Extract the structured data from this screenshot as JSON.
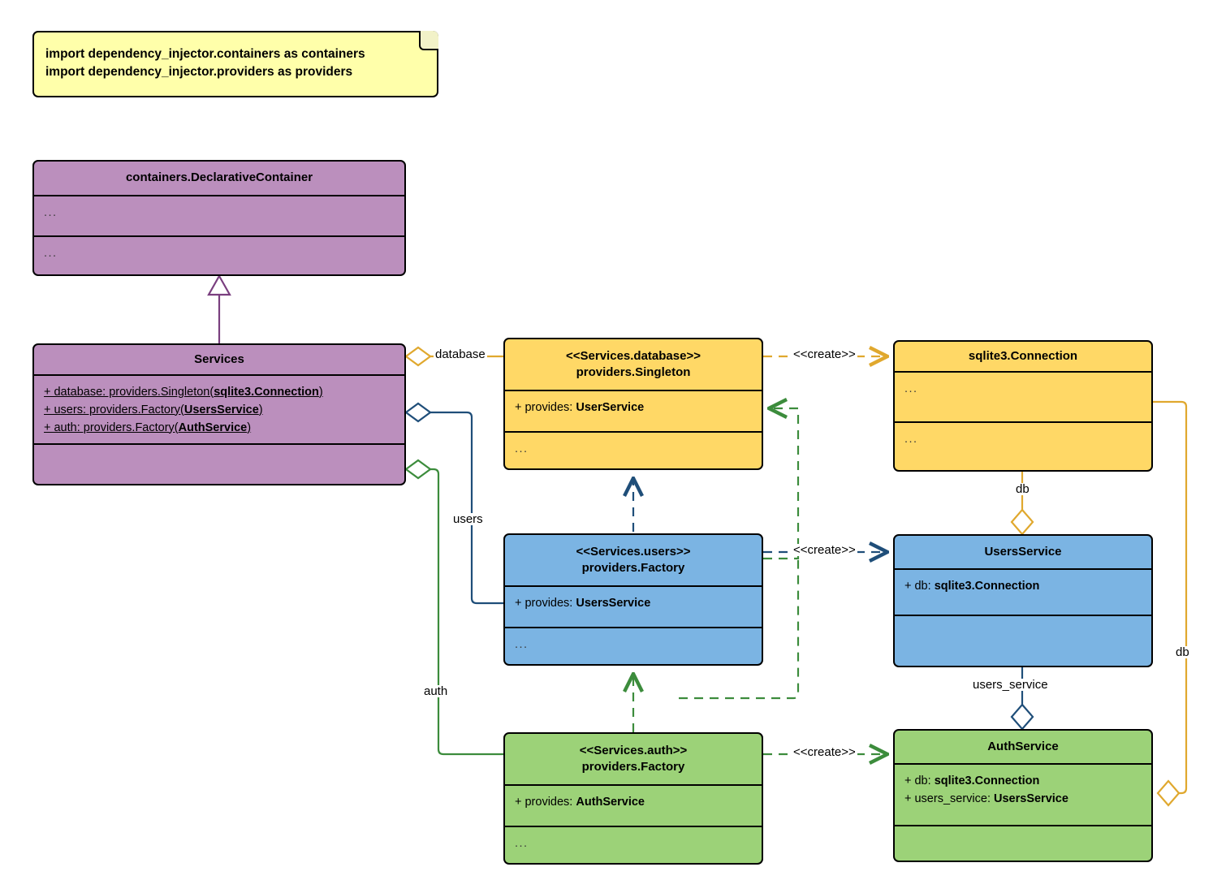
{
  "diagram": {
    "title": "dependency_injector UML class diagram",
    "note": {
      "lines": [
        "import dependency_injector.containers as containers",
        "import dependency_injector.providers as providers"
      ]
    },
    "colors": {
      "note_fill": "#ffffaa",
      "container_fill": "#bb8fbd",
      "database_fill": "#ffd866",
      "users_fill": "#7bb4e3",
      "auth_fill": "#9cd278",
      "purple_edge": "#7a3f7f",
      "orange_edge": "#e0a82e",
      "blue_edge": "#1f4e79",
      "green_edge": "#3c8c3c",
      "stroke": "#000000"
    },
    "classes": {
      "declarative_container": {
        "name": "containers.DeclarativeContainer",
        "attributes": [
          "..."
        ],
        "operations": [
          "..."
        ]
      },
      "services": {
        "name": "Services",
        "attributes": [
          {
            "prefix": "+ database: providers.Singleton(",
            "bold": "sqlite3.Connection",
            "suffix": ")"
          },
          {
            "prefix": "+ users: providers.Factory(",
            "bold": "UsersService",
            "suffix": ")"
          },
          {
            "prefix": "+ auth: providers.Factory(",
            "bold": "AuthService",
            "suffix": ")"
          }
        ],
        "operations": []
      },
      "services_database": {
        "stereotype": "<<Services.database>>",
        "name": "providers.Singleton",
        "attributes": [
          {
            "prefix": "+ provides: ",
            "bold": "UserService",
            "suffix": ""
          }
        ],
        "operations": [
          "..."
        ]
      },
      "services_users": {
        "stereotype": "<<Services.users>>",
        "name": "providers.Factory",
        "attributes": [
          {
            "prefix": "+ provides: ",
            "bold": "UsersService",
            "suffix": ""
          }
        ],
        "operations": [
          "..."
        ]
      },
      "services_auth": {
        "stereotype": "<<Services.auth>>",
        "name": "providers.Factory",
        "attributes": [
          {
            "prefix": "+ provides: ",
            "bold": "AuthService",
            "suffix": ""
          }
        ],
        "operations": [
          "..."
        ]
      },
      "sqlite3_connection": {
        "name": "sqlite3.Connection",
        "attributes": [
          "..."
        ],
        "operations": [
          "..."
        ]
      },
      "users_service": {
        "name": "UsersService",
        "attributes": [
          {
            "prefix": "+ db: ",
            "bold": "sqlite3.Connection",
            "suffix": ""
          }
        ],
        "operations": []
      },
      "auth_service": {
        "name": "AuthService",
        "attributes": [
          {
            "prefix": "+ db: ",
            "bold": "sqlite3.Connection",
            "suffix": ""
          },
          {
            "prefix": "+ users_service: ",
            "bold": "UsersService",
            "suffix": ""
          }
        ],
        "operations": []
      }
    },
    "edge_labels": {
      "database": "database",
      "users": "users",
      "auth": "auth",
      "create_database": "<<create>>",
      "create_users": "<<create>>",
      "create_auth": "<<create>>",
      "db_users": "db",
      "db_auth": "db",
      "users_service": "users_service"
    }
  }
}
